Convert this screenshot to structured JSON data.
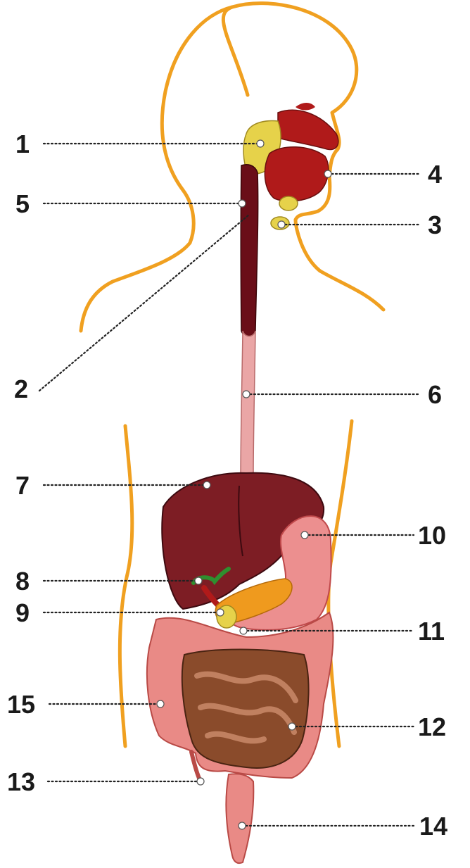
{
  "diagram": {
    "labels": [
      {
        "id": "1",
        "text": "1"
      },
      {
        "id": "2",
        "text": "2"
      },
      {
        "id": "3",
        "text": "3"
      },
      {
        "id": "4",
        "text": "4"
      },
      {
        "id": "5",
        "text": "5"
      },
      {
        "id": "6",
        "text": "6"
      },
      {
        "id": "7",
        "text": "7"
      },
      {
        "id": "8",
        "text": "8"
      },
      {
        "id": "9",
        "text": "9"
      },
      {
        "id": "10",
        "text": "10"
      },
      {
        "id": "11",
        "text": "11"
      },
      {
        "id": "12",
        "text": "12"
      },
      {
        "id": "13",
        "text": "13"
      },
      {
        "id": "14",
        "text": "14"
      },
      {
        "id": "15",
        "text": "15"
      }
    ],
    "colors": {
      "body_outline": "#f0a020",
      "liver": "#7d1d24",
      "mouth_red": "#b01a1a",
      "gland_yellow": "#e6d24a",
      "esophagus_pink": "#eaa6a6",
      "stomach_pink": "#ec8f8f",
      "pancreas_orange": "#ef9a1e",
      "small_intestine_brown": "#8a4b2b",
      "large_intestine_pink": "#e98a86",
      "gallbladder_green": "#2f8f2f"
    }
  }
}
